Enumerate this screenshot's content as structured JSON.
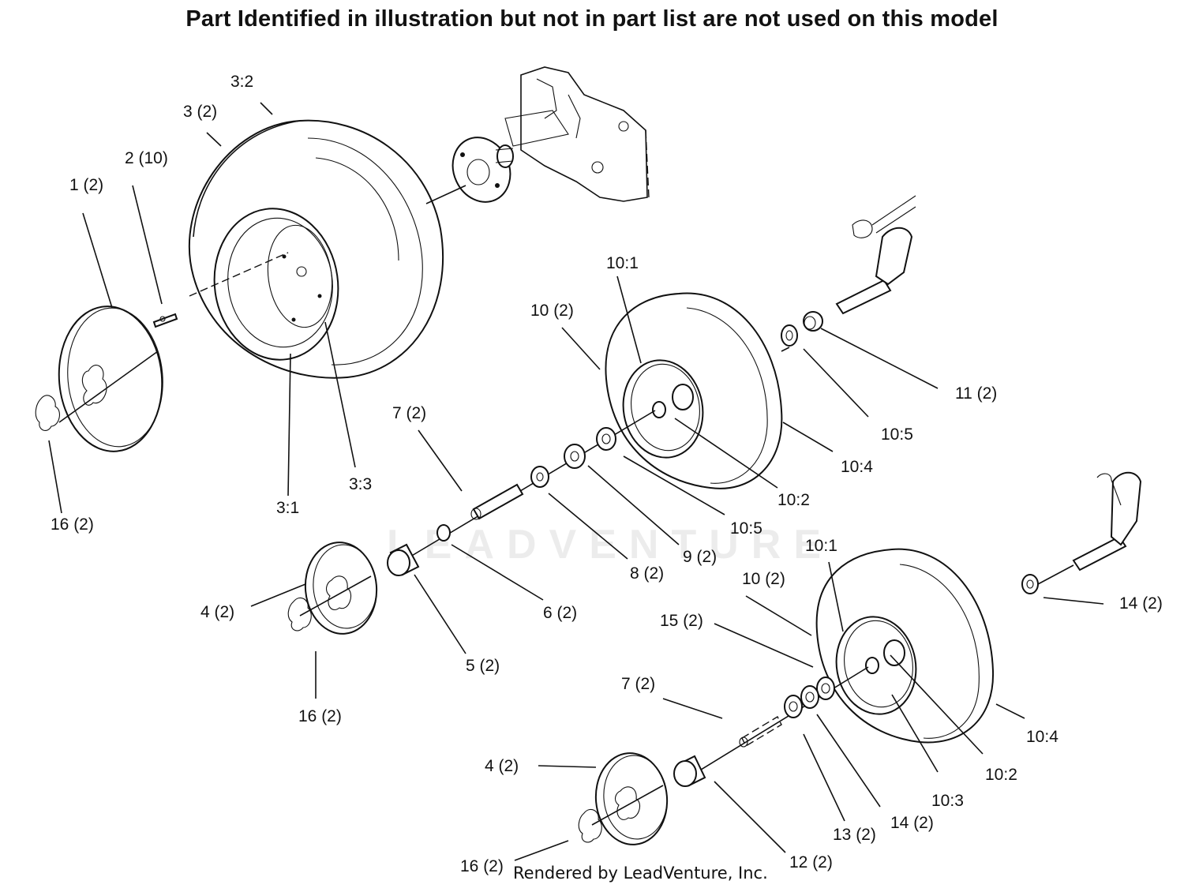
{
  "header": {
    "title": "Part Identified in illustration but not in part list are not used on this model"
  },
  "footer": {
    "credit": "Rendered by LeadVenture, Inc."
  },
  "watermark": {
    "text": "LEADVENTURE"
  },
  "callouts": {
    "c_3_2": "3:2",
    "c_3": "3 (2)",
    "c_2": "2 (10)",
    "c_1": "1 (2)",
    "c_16a": "16 (2)",
    "c_3_1": "3:1",
    "c_3_3": "3:3",
    "c_10_1a": "10:1",
    "c_10a": "10 (2)",
    "c_11": "11 (2)",
    "c_10_5a": "10:5",
    "c_10_4a": "10:4",
    "c_10_2a": "10:2",
    "c_10_5b": "10:5",
    "c_7a": "7 (2)",
    "c_9": "9 (2)",
    "c_8": "8 (2)",
    "c_6": "6 (2)",
    "c_5": "5 (2)",
    "c_4a": "4 (2)",
    "c_16b": "16 (2)",
    "c_10_1b": "10:1",
    "c_10b": "10 (2)",
    "c_15": "15 (2)",
    "c_14a": "14 (2)",
    "c_7b": "7 (2)",
    "c_10_4b": "10:4",
    "c_10_2b": "10:2",
    "c_10_3": "10:3",
    "c_14b": "14 (2)",
    "c_13": "13 (2)",
    "c_12": "12 (2)",
    "c_4b": "4 (2)",
    "c_16c": "16 (2)"
  }
}
